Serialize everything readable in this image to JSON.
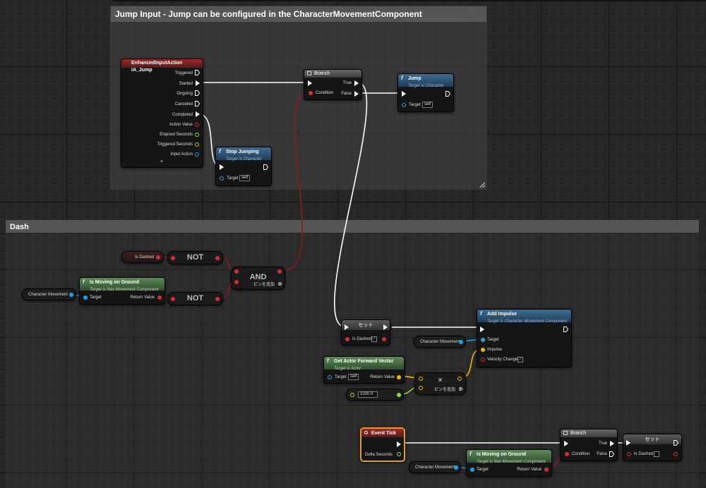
{
  "comments": {
    "jump": "Jump Input - Jump can be configured in the CharacterMovementComponent",
    "dash": "Dash"
  },
  "enhanced_input": {
    "title": "EnhancedInputAction IA_Jump",
    "pins": [
      "Triggered",
      "Started",
      "Ongoing",
      "Canceled",
      "Completed",
      "Action Value",
      "Elapsed Seconds",
      "Triggered Seconds",
      "Input Action"
    ],
    "collapse": "^"
  },
  "branch1": {
    "title": "Branch",
    "condition": "Condition",
    "true_label": "True",
    "false_label": "False"
  },
  "jump_node": {
    "title": "Jump",
    "subtitle": "Target is Character",
    "target": "Target",
    "self": "self"
  },
  "stop_jumping": {
    "title": "Stop Jumping",
    "subtitle": "Target is Character",
    "target": "Target",
    "self": "self"
  },
  "dash_nodes": {
    "is_dashed_var": "Is Dashed",
    "not1": "NOT",
    "not2": "NOT",
    "and": "AND",
    "add_pin": "ピンを追加",
    "char_move1": "Character Movement",
    "is_moving1": {
      "title": "Is Moving on Ground",
      "subtitle": "Target is Nav Movement Component",
      "target": "Target",
      "ret": "Return Value"
    },
    "set1": {
      "title": "セット",
      "label": "Is Dashed"
    },
    "add_impulse": {
      "title": "Add Impulse",
      "subtitle": "Target is Character Movement Component",
      "target": "Target",
      "impulse": "Impulse",
      "vel": "Velocity Change"
    },
    "char_move2": "Character Movement",
    "fwd_vec": {
      "title": "Get Actor Forward Vector",
      "subtitle": "Target is Actor",
      "target": "Target",
      "self": "self",
      "ret": "Return Value"
    },
    "multiply": "×",
    "add_pin2": "ピンを追加",
    "float_val": "1000.0"
  },
  "tick_nodes": {
    "event_tick": {
      "title": "Event Tick",
      "delta": "Delta Seconds"
    },
    "branch2": {
      "title": "Branch",
      "condition": "Condition",
      "true_label": "True",
      "false_label": "False"
    },
    "set2": {
      "title": "セット",
      "label": "Is Dashed"
    },
    "char_move3": "Character Movement",
    "is_moving2": {
      "title": "Is Moving on Ground",
      "subtitle": "Target is Nav Movement Component",
      "target": "Target",
      "ret": "Return Value"
    }
  },
  "colors": {
    "exec": "#ffffff",
    "bool": "#d13030",
    "object": "#1fa0e8",
    "vector": "#f4b400",
    "float": "#8cdb3a"
  }
}
